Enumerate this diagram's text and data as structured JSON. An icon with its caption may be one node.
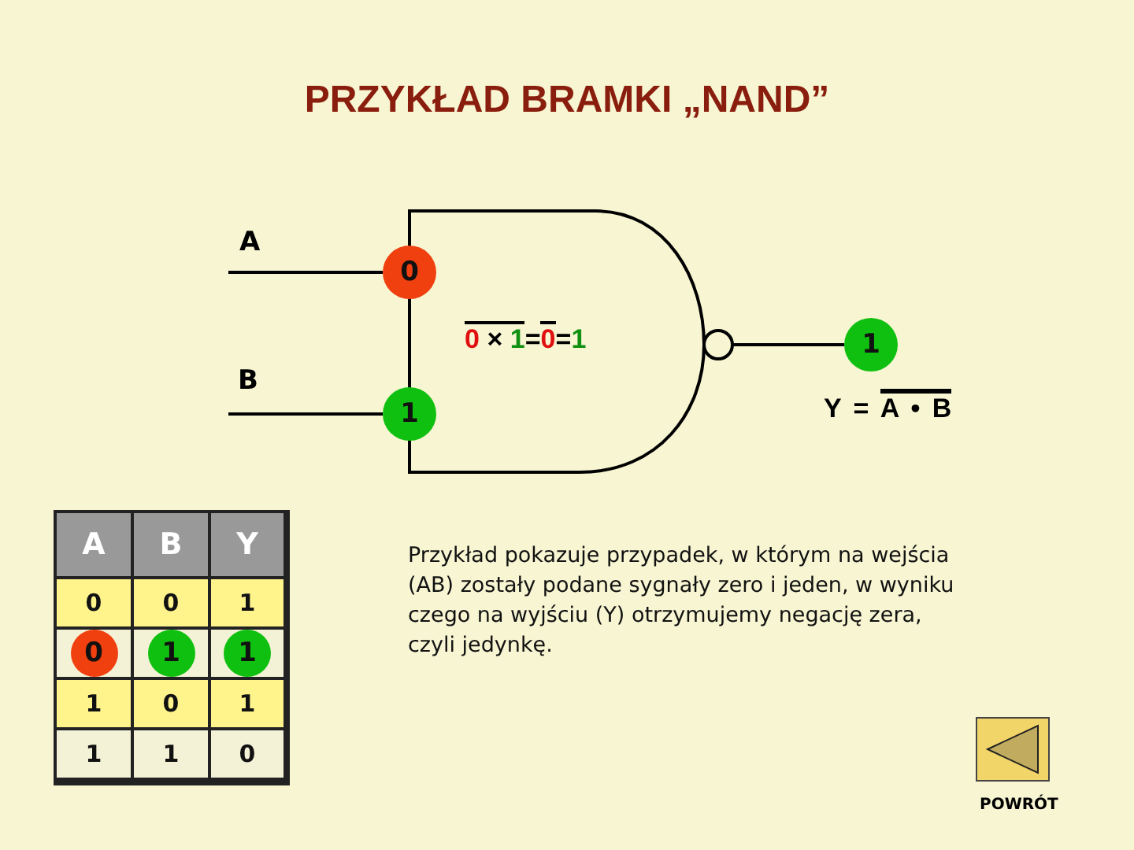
{
  "diagram": {
    "title": "PRZYKŁAD BRAMKI „NAND”",
    "nodes": [
      {
        "text": [
          "0"
        ]
      },
      {
        "text": [
          "1"
        ]
      },
      {
        "text": [
          "0 × 1=0=1"
        ]
      },
      {
        "text": [
          "1"
        ]
      },
      {
        "text": [
          "0"
        ]
      },
      {
        "text": [
          "1"
        ]
      },
      {
        "text": [
          "1"
        ]
      }
    ],
    "edges": [
      {
        "from": null,
        "to": 0,
        "arrow": "none"
      },
      {
        "from": null,
        "to": 1,
        "arrow": "none"
      },
      {
        "from": 2,
        "to": 3,
        "arrow": "none"
      }
    ],
    "labels": [
      "A",
      "B",
      "Y = A • B",
      "A",
      "B",
      "Y",
      "0",
      "0",
      "1",
      "1",
      "0",
      "1",
      "1",
      "1",
      "0",
      "Przykład pokazuje przypadek, w którym na wejścia (AB) zostały podane sygnały zero i jeden, w wyniku czego na wyjściu (Y) otrzymujemy negację zera, czyli jedynkę.",
      "POWRÓT"
    ]
  }
}
